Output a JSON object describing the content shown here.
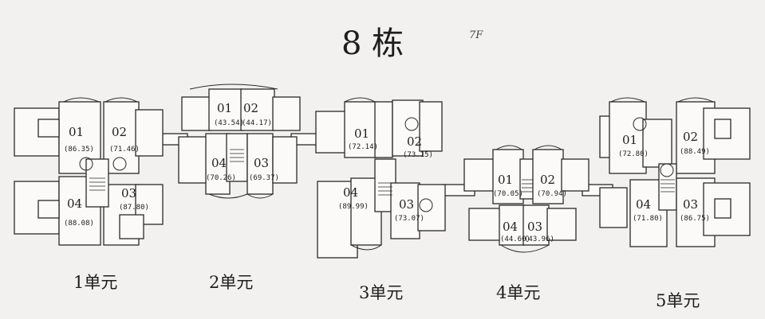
{
  "building_title": "8 栋",
  "corner_note": "7F",
  "units": [
    {
      "label": "1单元",
      "apartments": [
        {
          "no": "01",
          "area": "(86.35)"
        },
        {
          "no": "02",
          "area": "(71.46)"
        },
        {
          "no": "03",
          "area": "(87.80)"
        },
        {
          "no": "04",
          "area": "(88.08)"
        }
      ]
    },
    {
      "label": "2单元",
      "apartments": [
        {
          "no": "01",
          "area": "(43.54)"
        },
        {
          "no": "02",
          "area": "(44.17)"
        },
        {
          "no": "03",
          "area": "(69.37)"
        },
        {
          "no": "04",
          "area": "(70.26)"
        }
      ]
    },
    {
      "label": "3单元",
      "apartments": [
        {
          "no": "01",
          "area": "(72.14)"
        },
        {
          "no": "02",
          "area": "(73.15)"
        },
        {
          "no": "03",
          "area": "(73.07)"
        },
        {
          "no": "04",
          "area": "(89.99)"
        }
      ]
    },
    {
      "label": "4单元",
      "apartments": [
        {
          "no": "01",
          "area": "(70.05)"
        },
        {
          "no": "02",
          "area": "(70.94)"
        },
        {
          "no": "03",
          "area": "(43.96)"
        },
        {
          "no": "04",
          "area": "(44.60)"
        }
      ]
    },
    {
      "label": "5单元",
      "apartments": [
        {
          "no": "01",
          "area": "(72.80)"
        },
        {
          "no": "02",
          "area": "(88.49)"
        },
        {
          "no": "03",
          "area": "(86.75)"
        },
        {
          "no": "04",
          "area": "(71.80)"
        }
      ]
    }
  ],
  "colors": {
    "paper": "#f3f1ef",
    "ink": "#1e1e1e"
  }
}
